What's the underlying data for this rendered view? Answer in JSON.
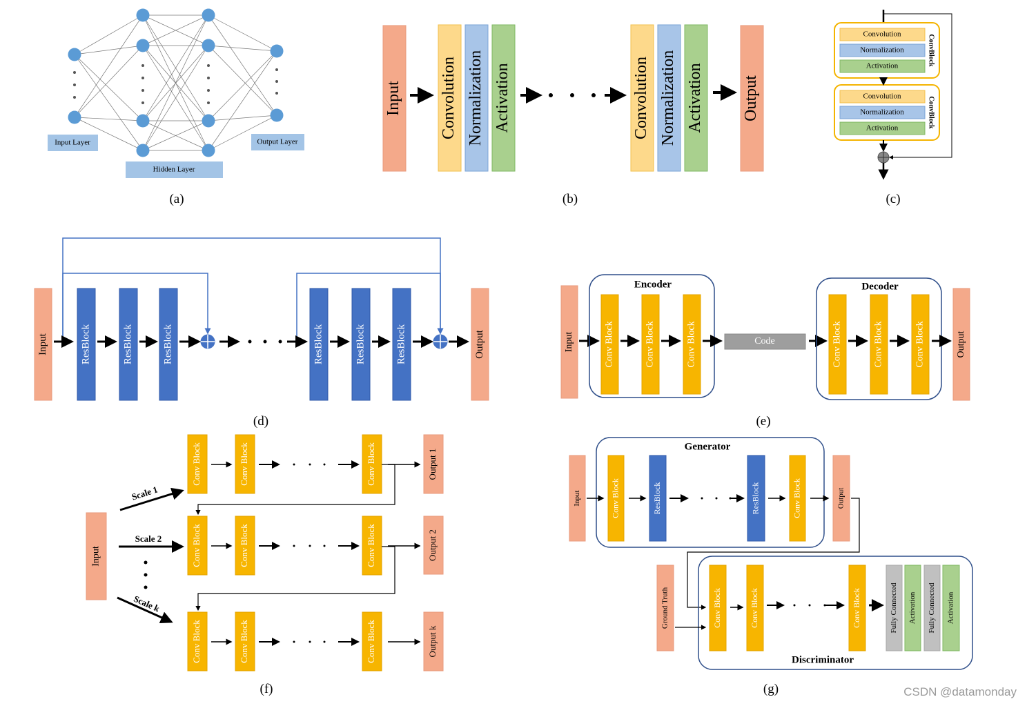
{
  "colors": {
    "input": "#f4a98a",
    "input_stroke": "#e89a7c",
    "conv": "#fdd98b",
    "conv_stroke": "#f2c04c",
    "norm": "#a8c5e8",
    "norm_stroke": "#7aa3d6",
    "act": "#a9d08e",
    "act_stroke": "#7fb863",
    "convblock": "#f7b500",
    "convblock_stroke": "#e3a400",
    "resblock": "#4472c4",
    "resblock_stroke": "#2f58a8",
    "code": "#9e9e9e",
    "fc": "#c0c0c0",
    "node": "#5b9bd5",
    "layer_label": "#a3c4e6",
    "skip_line": "#4472c4",
    "group_border": "#2f4f8a",
    "convblock_group": "#f4b400"
  },
  "panel_a": {
    "caption": "(a)",
    "input_label": "Input Layer",
    "hidden_label": "Hidden Layer",
    "output_label": "Output Layer"
  },
  "panel_b": {
    "caption": "(b)",
    "input": "Input",
    "output": "Output",
    "conv": "Convolution",
    "norm": "Normalization",
    "act": "Activation"
  },
  "panel_c": {
    "caption": "(c)",
    "conv": "Convolution",
    "norm": "Normalization",
    "act": "Activation",
    "block": "ConvBlock"
  },
  "panel_d": {
    "caption": "(d)",
    "input": "Input",
    "output": "Output",
    "resblock": "ResBlock"
  },
  "panel_e": {
    "caption": "(e)",
    "input": "Input",
    "output": "Output",
    "encoder": "Encoder",
    "decoder": "Decoder",
    "code": "Code",
    "convblock": "Conv Block"
  },
  "panel_f": {
    "caption": "(f)",
    "input": "Input",
    "convblock": "Conv Block",
    "scale1": "Scale 1",
    "scale2": "Scale 2",
    "scalek": "Scale k",
    "out1": "Output 1",
    "out2": "Output 2",
    "outk": "Output k"
  },
  "panel_g": {
    "caption": "(g)",
    "input": "Input",
    "output": "Output",
    "generator": "Generator",
    "discriminator": "Discriminator",
    "ground_truth": "Ground Truth",
    "convblock": "Conv Block",
    "resblock": "ResBlock",
    "fc": "Fully Connected",
    "act": "Activation"
  },
  "watermark": "CSDN @datamonday"
}
